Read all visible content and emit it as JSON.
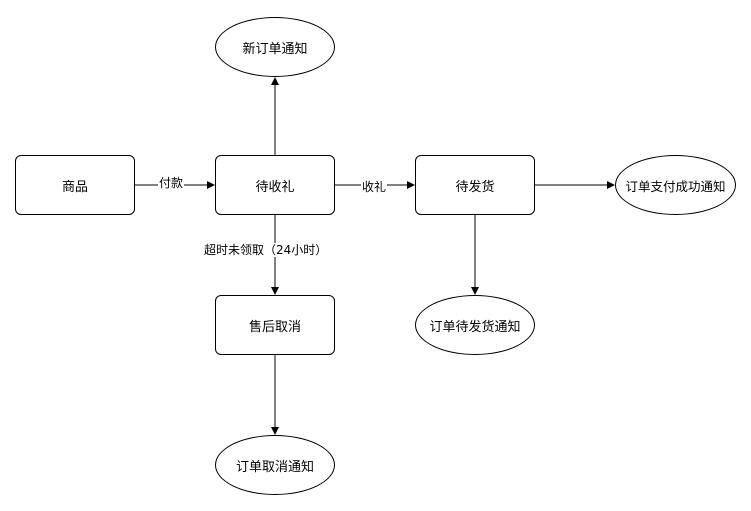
{
  "nodes": {
    "goods": "商品",
    "pending_receive": "待收礼",
    "pending_ship": "待发货",
    "aftersale_cancel": "售后取消",
    "new_order_notice": "新订单通知",
    "order_paid_notice": "订单支付成功通知",
    "order_pending_ship_notice": "订单待发货通知",
    "order_cancel_notice": "订单取消通知"
  },
  "edges": {
    "pay": "付款",
    "receive": "收礼",
    "timeout": "超时未领取（24小时）"
  }
}
